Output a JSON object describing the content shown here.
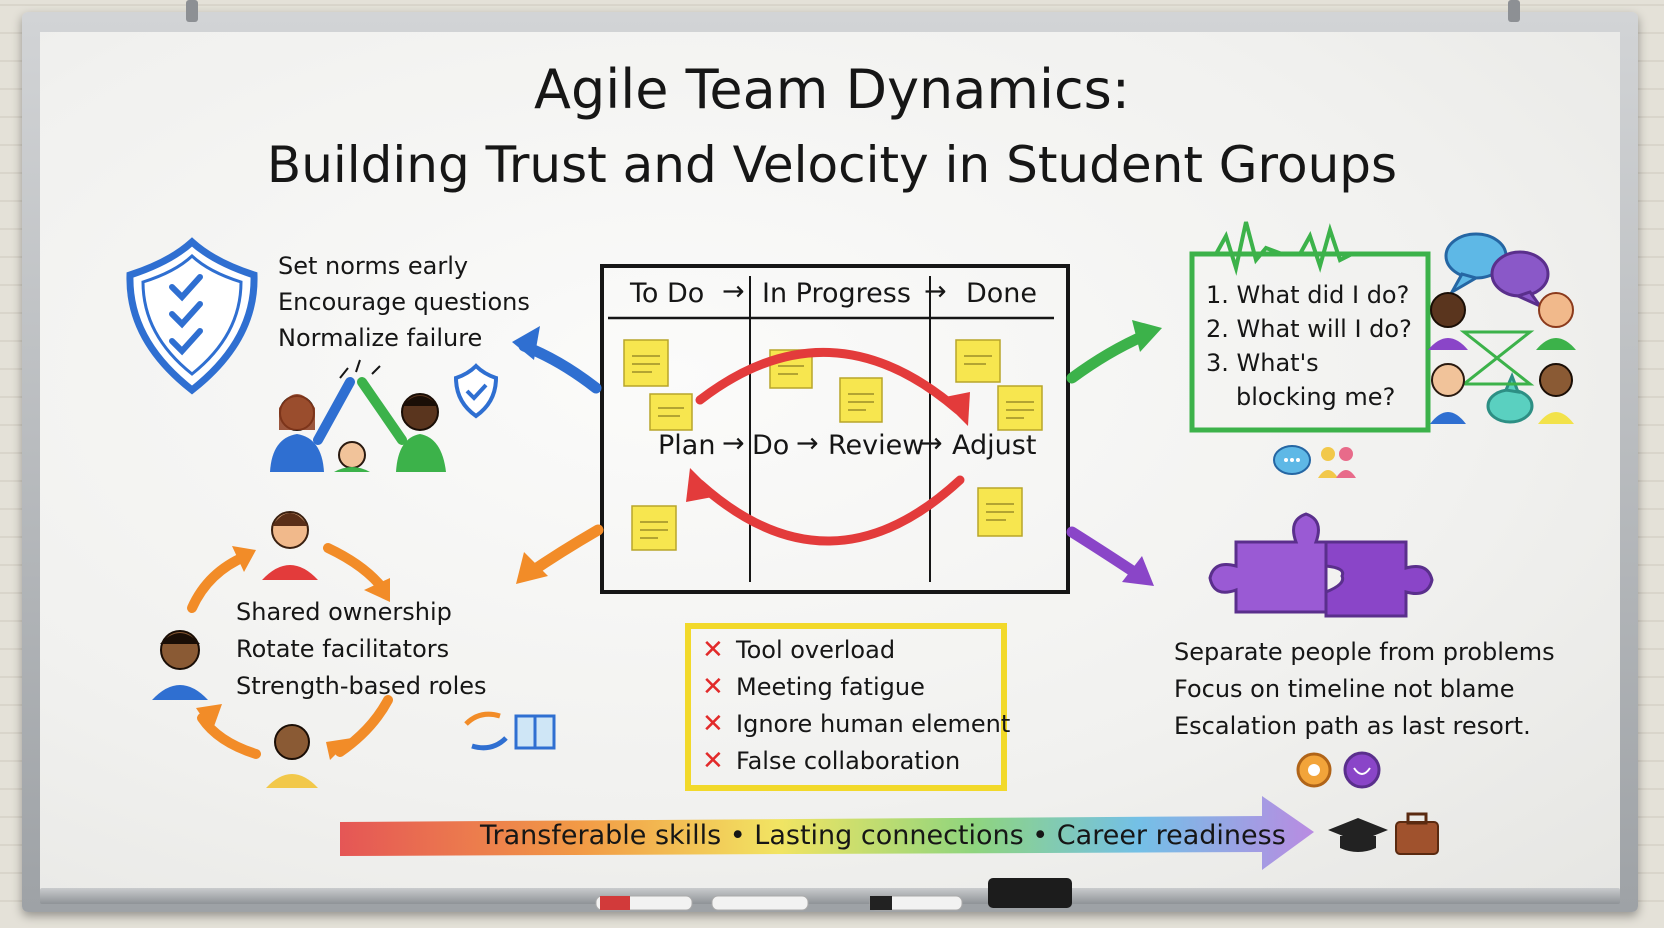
{
  "title": {
    "line1": "Agile Team Dynamics:",
    "line2": "Building Trust and Velocity in Student Groups"
  },
  "trust": {
    "icon": "shield-check-icon",
    "items": [
      "Set norms early",
      "Encourage questions",
      "Normalize failure"
    ]
  },
  "kanban": {
    "columns": [
      "To Do",
      "In Progress",
      "Done"
    ],
    "cycle": [
      "Plan",
      "Do",
      "Review",
      "Adjust"
    ]
  },
  "standup": {
    "questions": [
      "1. What did I do?",
      "2. What will I do?",
      "3. What's",
      "blocking me?"
    ]
  },
  "ownership": {
    "items": [
      "Shared ownership",
      "Rotate facilitators",
      "Strength-based roles"
    ]
  },
  "pitfalls": {
    "items": [
      "Tool overload",
      "Meeting fatigue",
      "Ignore human element",
      "False collaboration"
    ]
  },
  "conflict": {
    "icon": "puzzle-icon",
    "items": [
      "Separate people from problems",
      "Focus on timeline not blame",
      "Escalation path as last resort."
    ]
  },
  "outcomes": {
    "text": "Transferable skills • Lasting connections • Career readiness"
  },
  "colors": {
    "blue": "#2f6fd1",
    "green": "#3cb24a",
    "orange": "#f28c28",
    "purple": "#8a45c8",
    "red": "#e33b3b",
    "yellow": "#f2e24a"
  }
}
